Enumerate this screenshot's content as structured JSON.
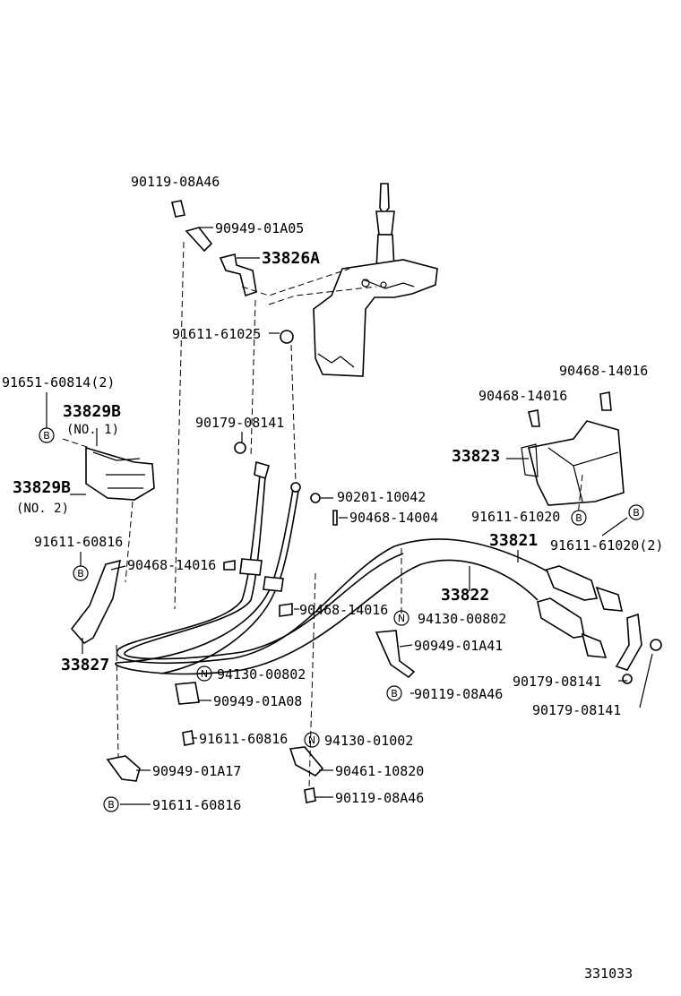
{
  "figure_id": "331033",
  "callout_letters": {
    "b": "B",
    "n": "N"
  },
  "labels": {
    "p90119_08A46_top": "90119-08A46",
    "p90949_01A05": "90949-01A05",
    "p33826A": "33826A",
    "p91611_61025": "91611-61025",
    "p91651_60814": "91651-60814(2)",
    "p33829B_1": "33829B",
    "no1": "(NO. 1)",
    "p33829B_2": "33829B",
    "no2": "(NO. 2)",
    "p90179_08141_left": "90179-08141",
    "p90201_10042": "90201-10042",
    "p90468_14004": "90468-14004",
    "p90468_14016_r1": "90468-14016",
    "p90468_14016_r2": "90468-14016",
    "p33823": "33823",
    "p91611_61020": "91611-61020",
    "p91611_61020_2": "91611-61020(2)",
    "p91611_60816_left": "91611-60816",
    "p90468_14016_mid": "90468-14016",
    "p33821": "33821",
    "p33822": "33822",
    "p90468_14016_lower": "90468-14016",
    "p94130_00802_right": "94130-00802",
    "p90949_01A41": "90949-01A41",
    "p33827": "33827",
    "p94130_00802_left": "94130-00802",
    "p90119_08A46_mid": "90119-08A46",
    "p90179_08141_r1": "90179-08141",
    "p90949_01A08": "90949-01A08",
    "p90179_08141_r2": "90179-08141",
    "p91611_60816_mid": "91611-60816",
    "p94130_01002": "94130-01002",
    "p90949_01A17": "90949-01A17",
    "p90461_10820": "90461-10820",
    "p90119_08A46_bottom": "90119-08A46",
    "p91611_60816_bottom": "91611-60816"
  }
}
